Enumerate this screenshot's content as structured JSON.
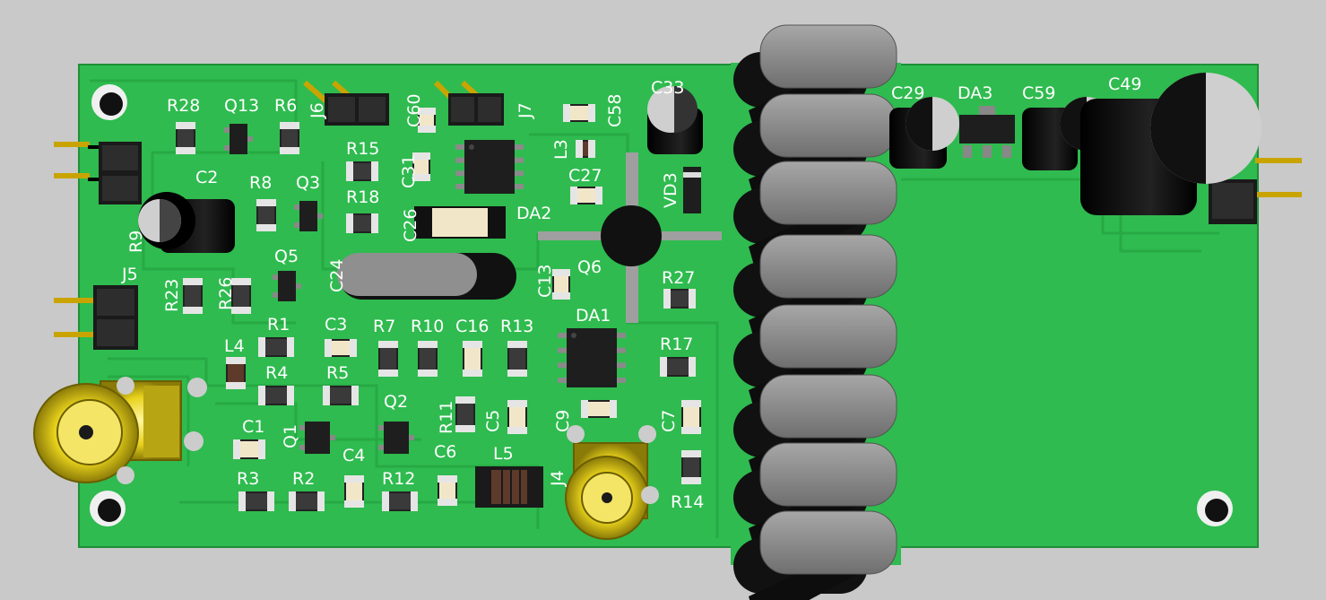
{
  "board": {
    "designators": [
      "R28",
      "Q13",
      "R6",
      "J6",
      "C60",
      "J7",
      "C58",
      "C59",
      "DA3",
      "C49",
      "C29",
      "C33",
      "R15",
      "C31",
      "L3",
      "C27",
      "VD3",
      "C2",
      "R8",
      "Q3",
      "R18",
      "C26",
      "DA2",
      "R9",
      "J5",
      "Q5",
      "R23",
      "R26",
      "C24",
      "C13",
      "Q6",
      "R27",
      "R1",
      "C3",
      "R7",
      "R10",
      "C16",
      "R13",
      "DA1",
      "L4",
      "R17",
      "R4",
      "R5",
      "Q2",
      "R11",
      "C5",
      "C9",
      "C7",
      "C1",
      "Q1",
      "C4",
      "C6",
      "L5",
      "J4",
      "R3",
      "R2",
      "R12",
      "R14"
    ],
    "colors": {
      "background": "#c9c9c9",
      "pcb": "#2fbb4f",
      "trace": "#27a944",
      "silkscreen": "#ffffff",
      "sma_gold": "#e8d21c",
      "smd_body": "#2a2a2a",
      "heatsink_fin": "#8a8a8a"
    }
  }
}
